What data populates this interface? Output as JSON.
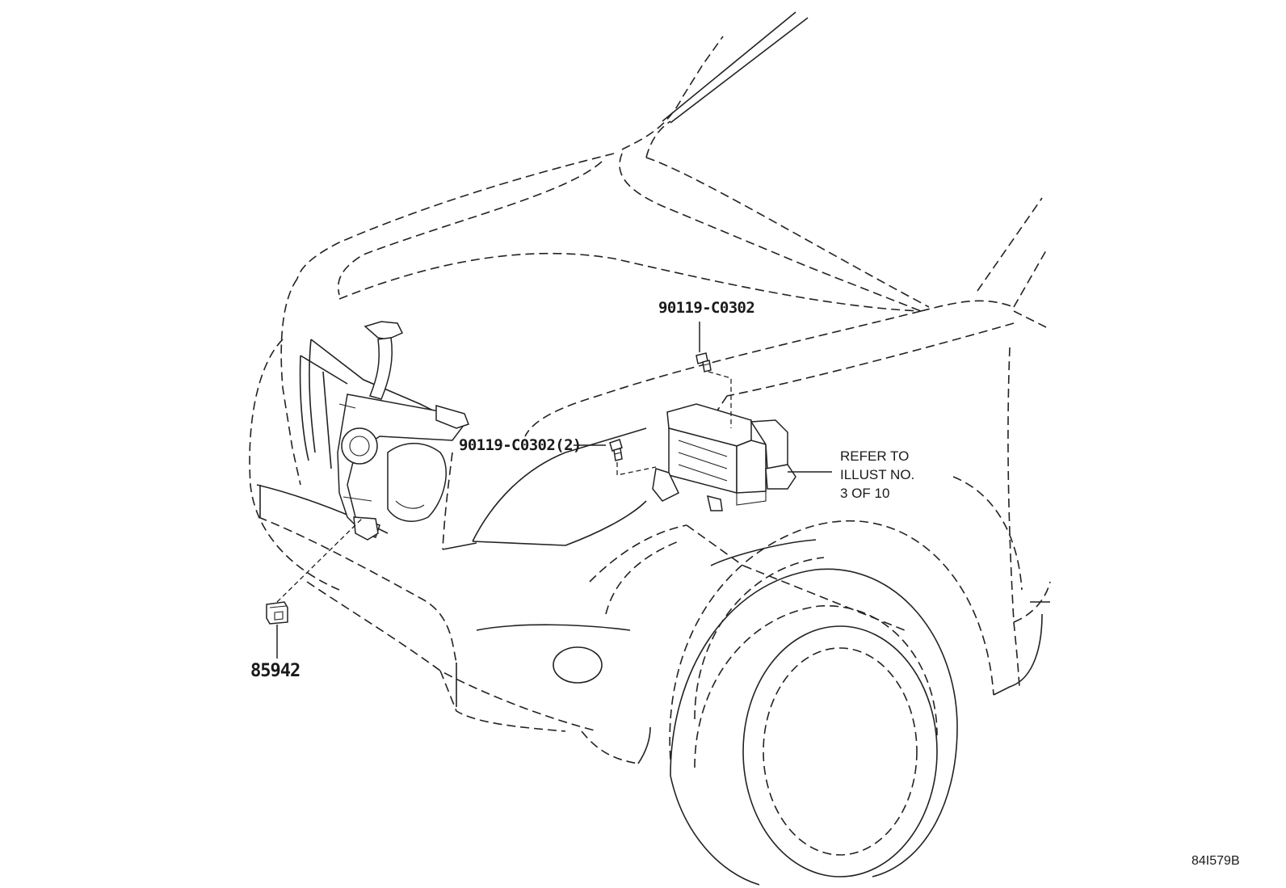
{
  "labels": {
    "bolt_top": "90119-C0302",
    "bolt_side": "90119-C0302(2)",
    "part_85942": "85942",
    "refer_note": [
      "REFER TO",
      "ILLUST NO.",
      "3 OF 10"
    ],
    "illustration_code": "84I579B"
  }
}
